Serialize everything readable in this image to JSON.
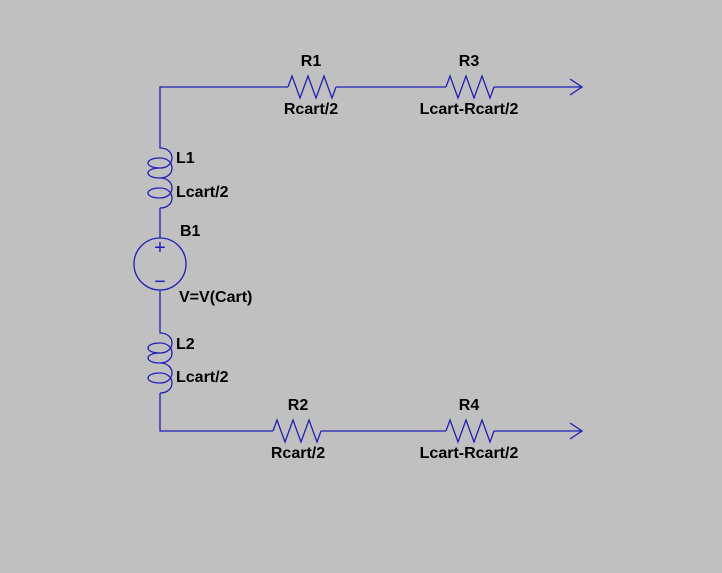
{
  "colors": {
    "background": "#c0c0c0",
    "wire": "#1f1fb5",
    "text": "#000000"
  },
  "components": {
    "r1": {
      "name": "R1",
      "value": "Rcart/2"
    },
    "r3": {
      "name": "R3",
      "value": "Lcart-Rcart/2"
    },
    "l1": {
      "name": "L1",
      "value": "Lcart/2"
    },
    "b1": {
      "name": "B1",
      "value": "V=V(Cart)",
      "plus": "+",
      "minus": "−"
    },
    "l2": {
      "name": "L2",
      "value": "Lcart/2"
    },
    "r2": {
      "name": "R2",
      "value": "Rcart/2"
    },
    "r4": {
      "name": "R4",
      "value": "Lcart-Rcart/2"
    }
  }
}
